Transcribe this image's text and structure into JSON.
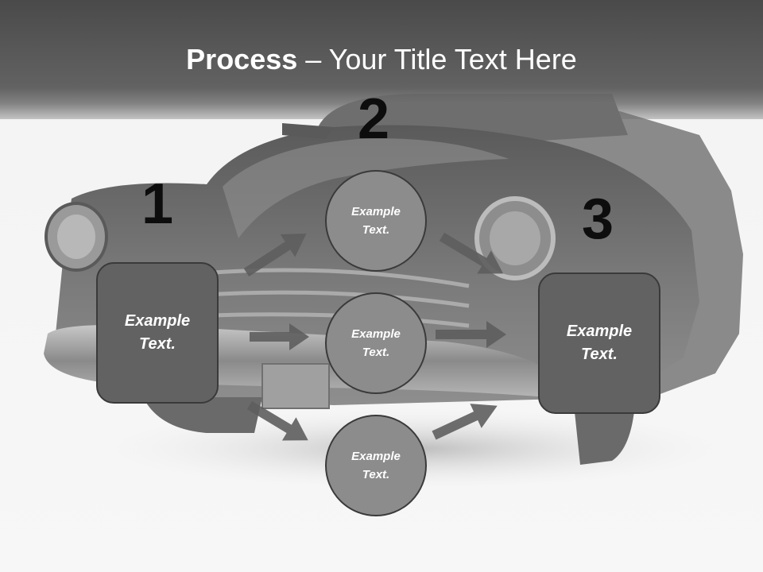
{
  "title": {
    "bold": "Process",
    "rest": " – Your Title Text Here"
  },
  "steps": [
    "1",
    "2",
    "3"
  ],
  "left_box": {
    "text": "Example Text."
  },
  "right_box": {
    "text": "Example Text."
  },
  "circles": [
    {
      "text": "Example Text."
    },
    {
      "text": "Example Text."
    },
    {
      "text": "Example Text."
    }
  ],
  "colors": {
    "box": "#626262",
    "circle": "#8c8c8c",
    "arrow": "#5e5e5e",
    "header": "#555555"
  },
  "background": {
    "image": "vintage-car-photo"
  }
}
